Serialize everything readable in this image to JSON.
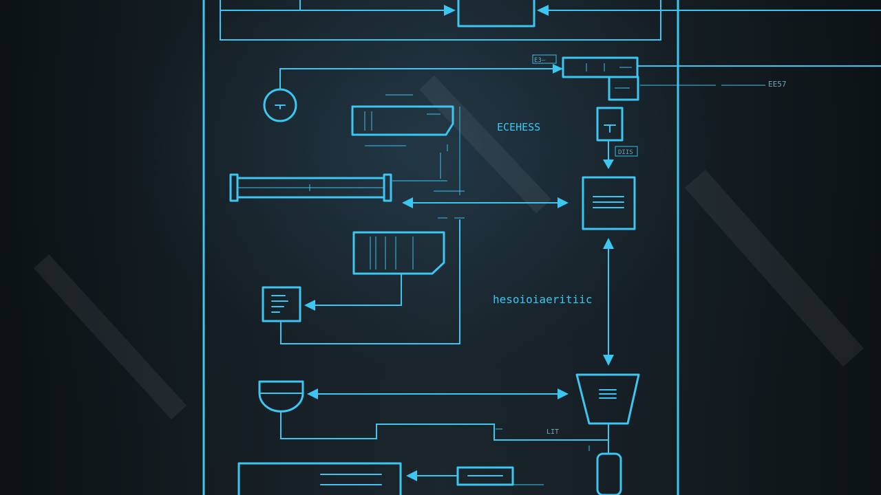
{
  "diagram": {
    "labels": {
      "center_upper": "ЕСЕНЕSS",
      "center_lower": "hesoioiaeritiic",
      "top_right_tag": "ЕЗ—",
      "right_far_tag": "ЕЕ57",
      "node_tag": "DIIS",
      "bottom_right_tag": "LIT"
    },
    "colors": {
      "line": "#3cc6f2",
      "background": "#141c21"
    }
  }
}
